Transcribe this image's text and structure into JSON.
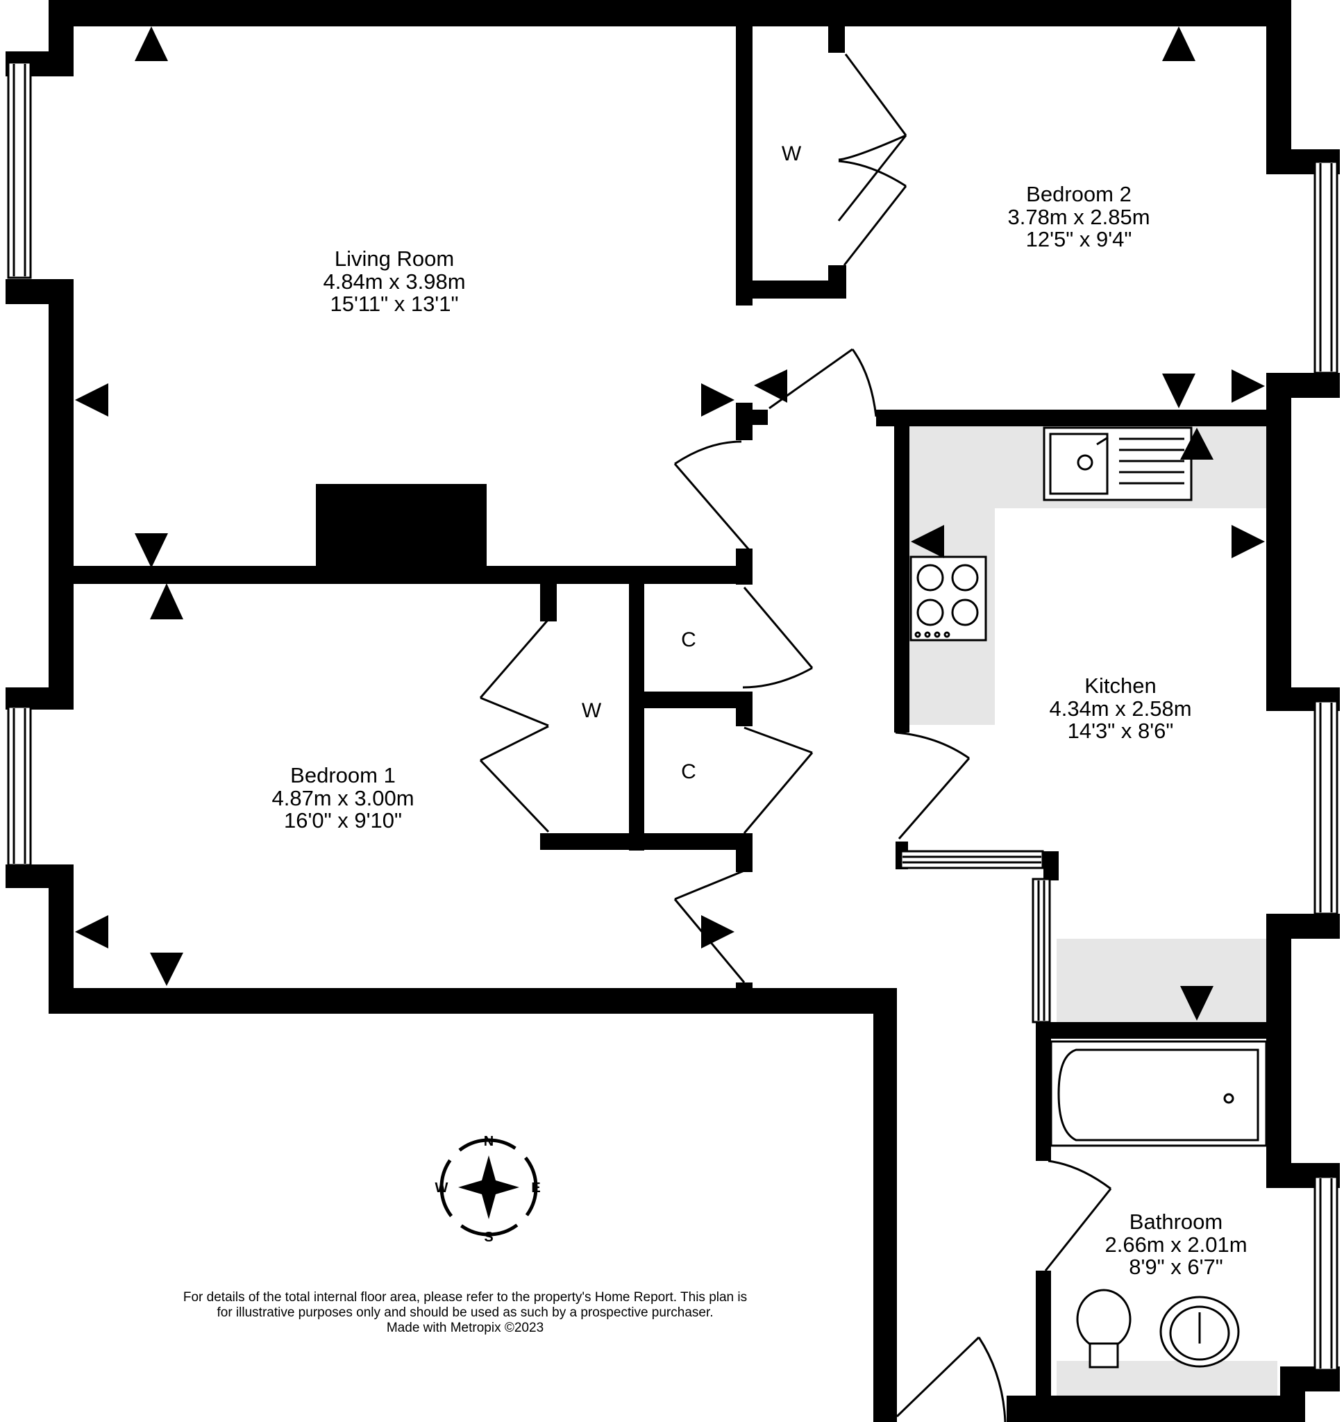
{
  "rooms": {
    "living_room": {
      "name": "Living Room",
      "metric": "4.84m  x 3.98m",
      "imperial": "15'11\"  x 13'1\""
    },
    "bedroom_2": {
      "name": "Bedroom 2",
      "metric": "3.78m  x 2.85m",
      "imperial": "12'5\"  x 9'4\""
    },
    "bedroom_1": {
      "name": "Bedroom 1",
      "metric": "4.87m  x 3.00m",
      "imperial": "16'0\"  x 9'10\""
    },
    "kitchen": {
      "name": "Kitchen",
      "metric": "4.34m  x 2.58m",
      "imperial": "14'3\"  x 8'6\""
    },
    "bathroom": {
      "name": "Bathroom",
      "metric": "2.66m  x 2.01m",
      "imperial": "8'9\"  x 6'7\""
    }
  },
  "fixtures": {
    "wardrobe_bedroom_2": "W",
    "wardrobe_bedroom_1": "W",
    "cupboard_upper": "C",
    "cupboard_lower": "C"
  },
  "compass": {
    "north": "N",
    "south": "S",
    "east": "E",
    "west": "W"
  },
  "footer": {
    "line1": "For details of the total internal floor area, please refer to the property's Home Report. This plan is",
    "line2": "for illustrative purposes only and should be used as such by a prospective purchaser.",
    "line3": "Made with Metropix ©2023"
  },
  "colors": {
    "wall": "#000000",
    "counter": "#e6e6e6",
    "background": "#ffffff"
  }
}
